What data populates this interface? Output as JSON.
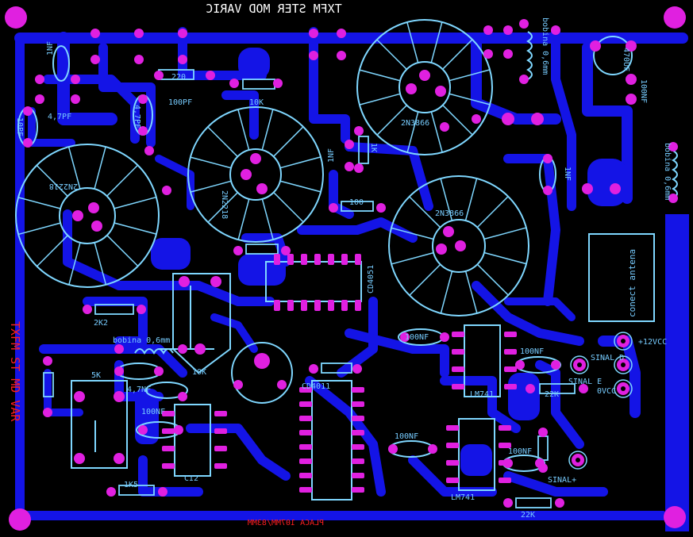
{
  "colors": {
    "background": "#000000",
    "copper": "#1414e6",
    "copper_dark": "#0a0ab4",
    "silkscreen": "#7fd7ff",
    "pads": "#e020e0",
    "pad_holes": "#000000",
    "white_text": "#ffffff",
    "red_mark": "#ff2020"
  },
  "board": {
    "title_top": "TXFM STER MOD VARIC",
    "title_left": "TXFM ST MD VAR",
    "footer": "PLACA 107MM/83MM"
  },
  "components": {
    "c_10pf": "10PF",
    "c_4_7pf_a": "4,7PF",
    "c_4_7pf_b": "4,7PF",
    "c_100pf": "100PF",
    "c_10k_top": "10K",
    "c_1nf_left": "1NF",
    "c_1nf_mid": "1NF",
    "c_1nf_right": "1NF",
    "c_100nf_right": "100NF",
    "c_4700f": "470UF",
    "c_1k_mid": "1K",
    "c_100_mid": "100",
    "c_220": "220",
    "c_2k2": "2K2",
    "c_10k_trim": "10K",
    "c_5k": "5K",
    "c_4_7nf": "4,7NF",
    "c_100nf_a": "100NF",
    "c_100nf_b": "100NF",
    "c_100nf_c": "100NF",
    "c_100nf_d": "100NF",
    "c_100nf_e": "100NF",
    "c_1k5": "1K5",
    "c_22k_a": "22K",
    "c_22k_b": "22K",
    "c_cd4011": "CD4011",
    "c_cd4051": "CD4051",
    "c_ci2": "CI2",
    "c_lm741_a": "LM741",
    "c_lm741_b": "LM741",
    "t1": "2N2218",
    "t2": "2N2218",
    "t3": "2N3866",
    "t4": "2N3866",
    "bobina_left": "bobina 0,6mm",
    "bobina_right": "bobina 0,6mm",
    "bobina_top": "bobina 0,6mm",
    "antenna": "conect antena",
    "v12": "+12VCC",
    "sinal_d": "SINAL D",
    "sinal_e": "SINAL E",
    "vcc0": "0VCC",
    "sinal_plus": "SINAL+"
  }
}
